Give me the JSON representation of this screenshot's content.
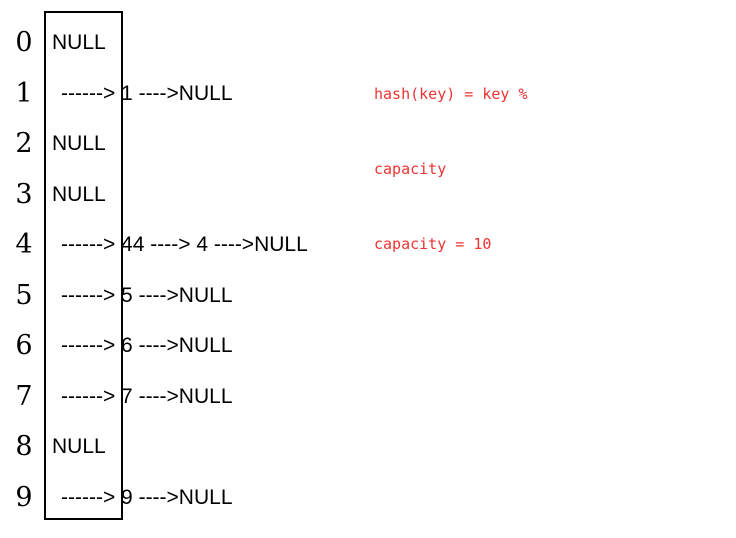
{
  "diagram": {
    "title": "hash-table-separate-chaining",
    "colors": {
      "ink": "#000000",
      "annotation_red": "#ee3333",
      "background": "#ffffff"
    },
    "array_box": {
      "bucket_count": 10
    },
    "buckets": [
      {
        "index": "0",
        "empty": true,
        "null_label": "NULL",
        "chain": ""
      },
      {
        "index": "1",
        "empty": false,
        "null_label": "",
        "chain": "------> 1 ---->NULL"
      },
      {
        "index": "2",
        "empty": true,
        "null_label": "NULL",
        "chain": ""
      },
      {
        "index": "3",
        "empty": true,
        "null_label": "NULL",
        "chain": ""
      },
      {
        "index": "4",
        "empty": false,
        "null_label": "",
        "chain": "------> 44 ----> 4 ---->NULL"
      },
      {
        "index": "5",
        "empty": false,
        "null_label": "",
        "chain": "------> 5 ---->NULL"
      },
      {
        "index": "6",
        "empty": false,
        "null_label": "",
        "chain": "------> 6 ---->NULL"
      },
      {
        "index": "7",
        "empty": false,
        "null_label": "",
        "chain": "------> 7 ---->NULL"
      },
      {
        "index": "8",
        "empty": true,
        "null_label": "NULL",
        "chain": ""
      },
      {
        "index": "9",
        "empty": false,
        "null_label": "",
        "chain": "------> 9 ---->NULL"
      }
    ],
    "annotation": {
      "line1": "hash(key) = key %",
      "line2": "capacity",
      "line3": "capacity = 10"
    }
  }
}
